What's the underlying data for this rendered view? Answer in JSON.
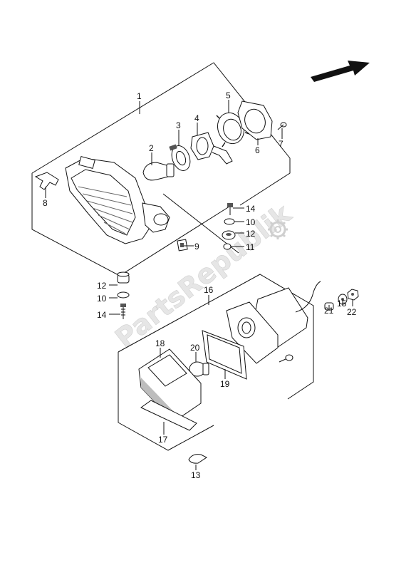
{
  "watermark": {
    "text": "PartsRepublik"
  },
  "direction_arrow": {
    "icon": "front-direction-arrow-icon"
  },
  "gear_logo": {
    "icon": "gear-logo-icon"
  },
  "labels": {
    "l1": "1",
    "l2": "2",
    "l3": "3",
    "l4": "4",
    "l5": "5",
    "l6": "6",
    "l7": "7",
    "l8": "8",
    "l9": "9",
    "l14a": "14",
    "l10a": "10",
    "l12a": "12",
    "l11": "11",
    "l12b": "12",
    "l10b": "10",
    "l14b": "14",
    "l16": "16",
    "l18": "18",
    "l20": "20",
    "l19": "19",
    "l17": "17",
    "l13": "13",
    "l21": "21",
    "l15": "15",
    "l22": "22"
  }
}
